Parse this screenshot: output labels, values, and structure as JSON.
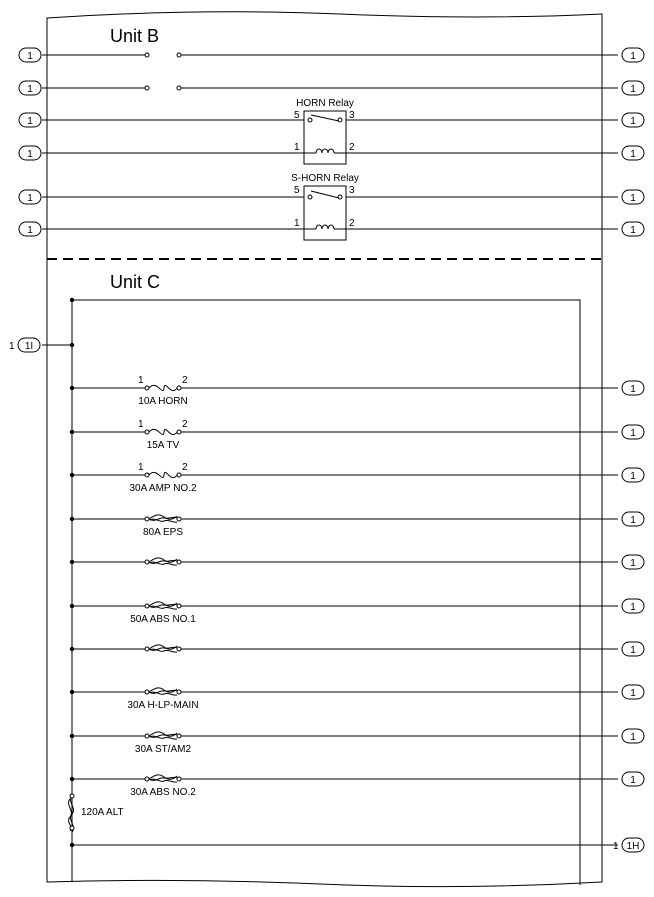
{
  "unit_b": {
    "title": "Unit B",
    "relays": [
      {
        "name": "HORN Relay",
        "pins": {
          "top_left": "5",
          "top_right": "3",
          "bottom_left": "1",
          "bottom_right": "2"
        }
      },
      {
        "name": "S-HORN Relay",
        "pins": {
          "top_left": "5",
          "top_right": "3",
          "bottom_left": "1",
          "bottom_right": "2"
        }
      }
    ]
  },
  "unit_c": {
    "title": "Unit C",
    "input_connector": {
      "prefix": "1",
      "label": "1I"
    },
    "output_connector": {
      "prefix": "1",
      "label": "1H"
    },
    "fuses": [
      {
        "label": "10A HORN",
        "type": "fuse",
        "pin_left": "1",
        "pin_right": "2"
      },
      {
        "label": "15A TV",
        "type": "fuse",
        "pin_left": "1",
        "pin_right": "2"
      },
      {
        "label": "30A AMP NO.2",
        "type": "fuse",
        "pin_left": "1",
        "pin_right": "2"
      },
      {
        "label": "80A EPS",
        "type": "fusible-link"
      },
      {
        "label": "",
        "type": "fusible-link"
      },
      {
        "label": "50A ABS NO.1",
        "type": "fusible-link"
      },
      {
        "label": "",
        "type": "fusible-link"
      },
      {
        "label": "30A H-LP-MAIN",
        "type": "fusible-link"
      },
      {
        "label": "30A ST/AM2",
        "type": "fusible-link"
      },
      {
        "label": "30A ABS NO.2",
        "type": "fusible-link"
      }
    ],
    "alternator_link": {
      "label": "120A ALT"
    }
  },
  "connector_label": "1"
}
